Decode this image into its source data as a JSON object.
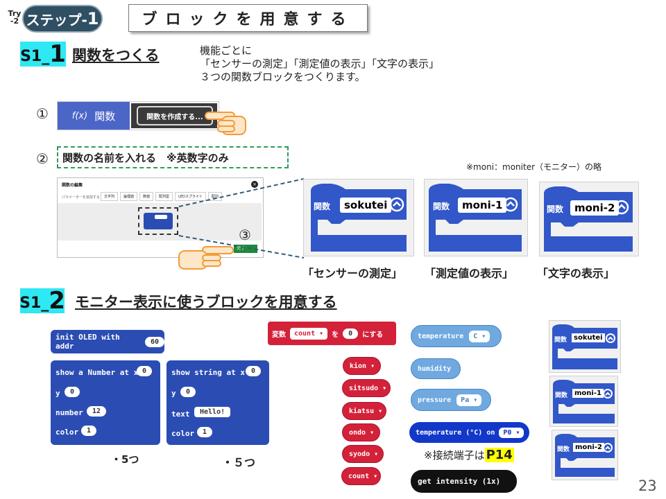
{
  "header": {
    "try_label": "Try",
    "try_num": "-2",
    "step_text": "ステップ-",
    "step_num": "1",
    "title": "ブロックを用意する"
  },
  "s1_1": {
    "tag_prefix": "S1_",
    "tag_num": "1",
    "heading": "関数をつくる",
    "desc_lines": [
      "機能ごとに",
      "「センサーの測定」「測定値の表示」「文字の表示」",
      "３つの関数ブロックをつくります。"
    ],
    "step1_marker": "①",
    "category_label": "関数",
    "category_icon": "f(x)",
    "make_function_button": "関数を作成する...",
    "step2_marker": "②",
    "name_instruction": "関数の名前を入れる　※英数字のみ",
    "note": "※moni：moniter（モニター）の略",
    "step3_marker": "③",
    "dialog": {
      "title": "関数の編集",
      "param_label": "パラメーターを追加する",
      "param_buttons": [
        "文字列",
        "論理値",
        "数値",
        "配列型",
        "LEDスプライト",
        "配列"
      ],
      "done_label": "完了"
    },
    "functions": [
      {
        "keyword": "関数",
        "name": "sokutei",
        "caption": "「センサーの測定」"
      },
      {
        "keyword": "関数",
        "name": "moni-1",
        "caption": "「測定値の表示」"
      },
      {
        "keyword": "関数",
        "name": "moni-2",
        "caption": "「文字の表示」"
      }
    ]
  },
  "s1_2": {
    "tag_prefix": "S1_",
    "tag_num": "2",
    "heading": "モニター表示に使うブロックを用意する",
    "init_block": {
      "text": "init OLED with addr",
      "value": "60"
    },
    "show_number": {
      "title": "show a Number at x",
      "x": "0",
      "y_label": "y",
      "y": "0",
      "number_label": "number",
      "number": "12",
      "color_label": "color",
      "color": "1"
    },
    "show_string": {
      "title": "show string at x",
      "x": "0",
      "y_label": "y",
      "y": "0",
      "text_label": "text",
      "text": "Hello!",
      "color_label": "color",
      "color": "1"
    },
    "count_five_1": "・5つ",
    "count_five_2": "・５つ",
    "var_block": {
      "keyword": "変数",
      "var": "count",
      "to": "を",
      "value": "0",
      "set": "にする"
    },
    "var_pills": [
      "kion",
      "sitsudo",
      "kiatsu",
      "ondo",
      "syodo",
      "count"
    ],
    "sensor_blocks": [
      {
        "text": "temperature",
        "option": "C"
      },
      {
        "text": "humidity",
        "option": ""
      },
      {
        "text": "pressure",
        "option": "Pa"
      }
    ],
    "temp_pin_block": {
      "text": "temperature (°C) on",
      "pin": "P0"
    },
    "connector_note_prefix": "※接続端子は",
    "connector_note_pin": "P14",
    "intensity_block": "get intensity (1x)",
    "mini_functions": [
      {
        "keyword": "関数",
        "name": "sokutei"
      },
      {
        "keyword": "関数",
        "name": "moni-1"
      },
      {
        "keyword": "関数",
        "name": "moni-2"
      }
    ]
  },
  "page_number": "23",
  "colors": {
    "block_blue": "#2b4db3",
    "var_red": "#d4213a",
    "sensor_light_blue": "#6fa9e0",
    "tag_cyan": "#2ee8f3",
    "pin_yellow": "#ffff00",
    "dashed_green": "#2e9b5c"
  }
}
